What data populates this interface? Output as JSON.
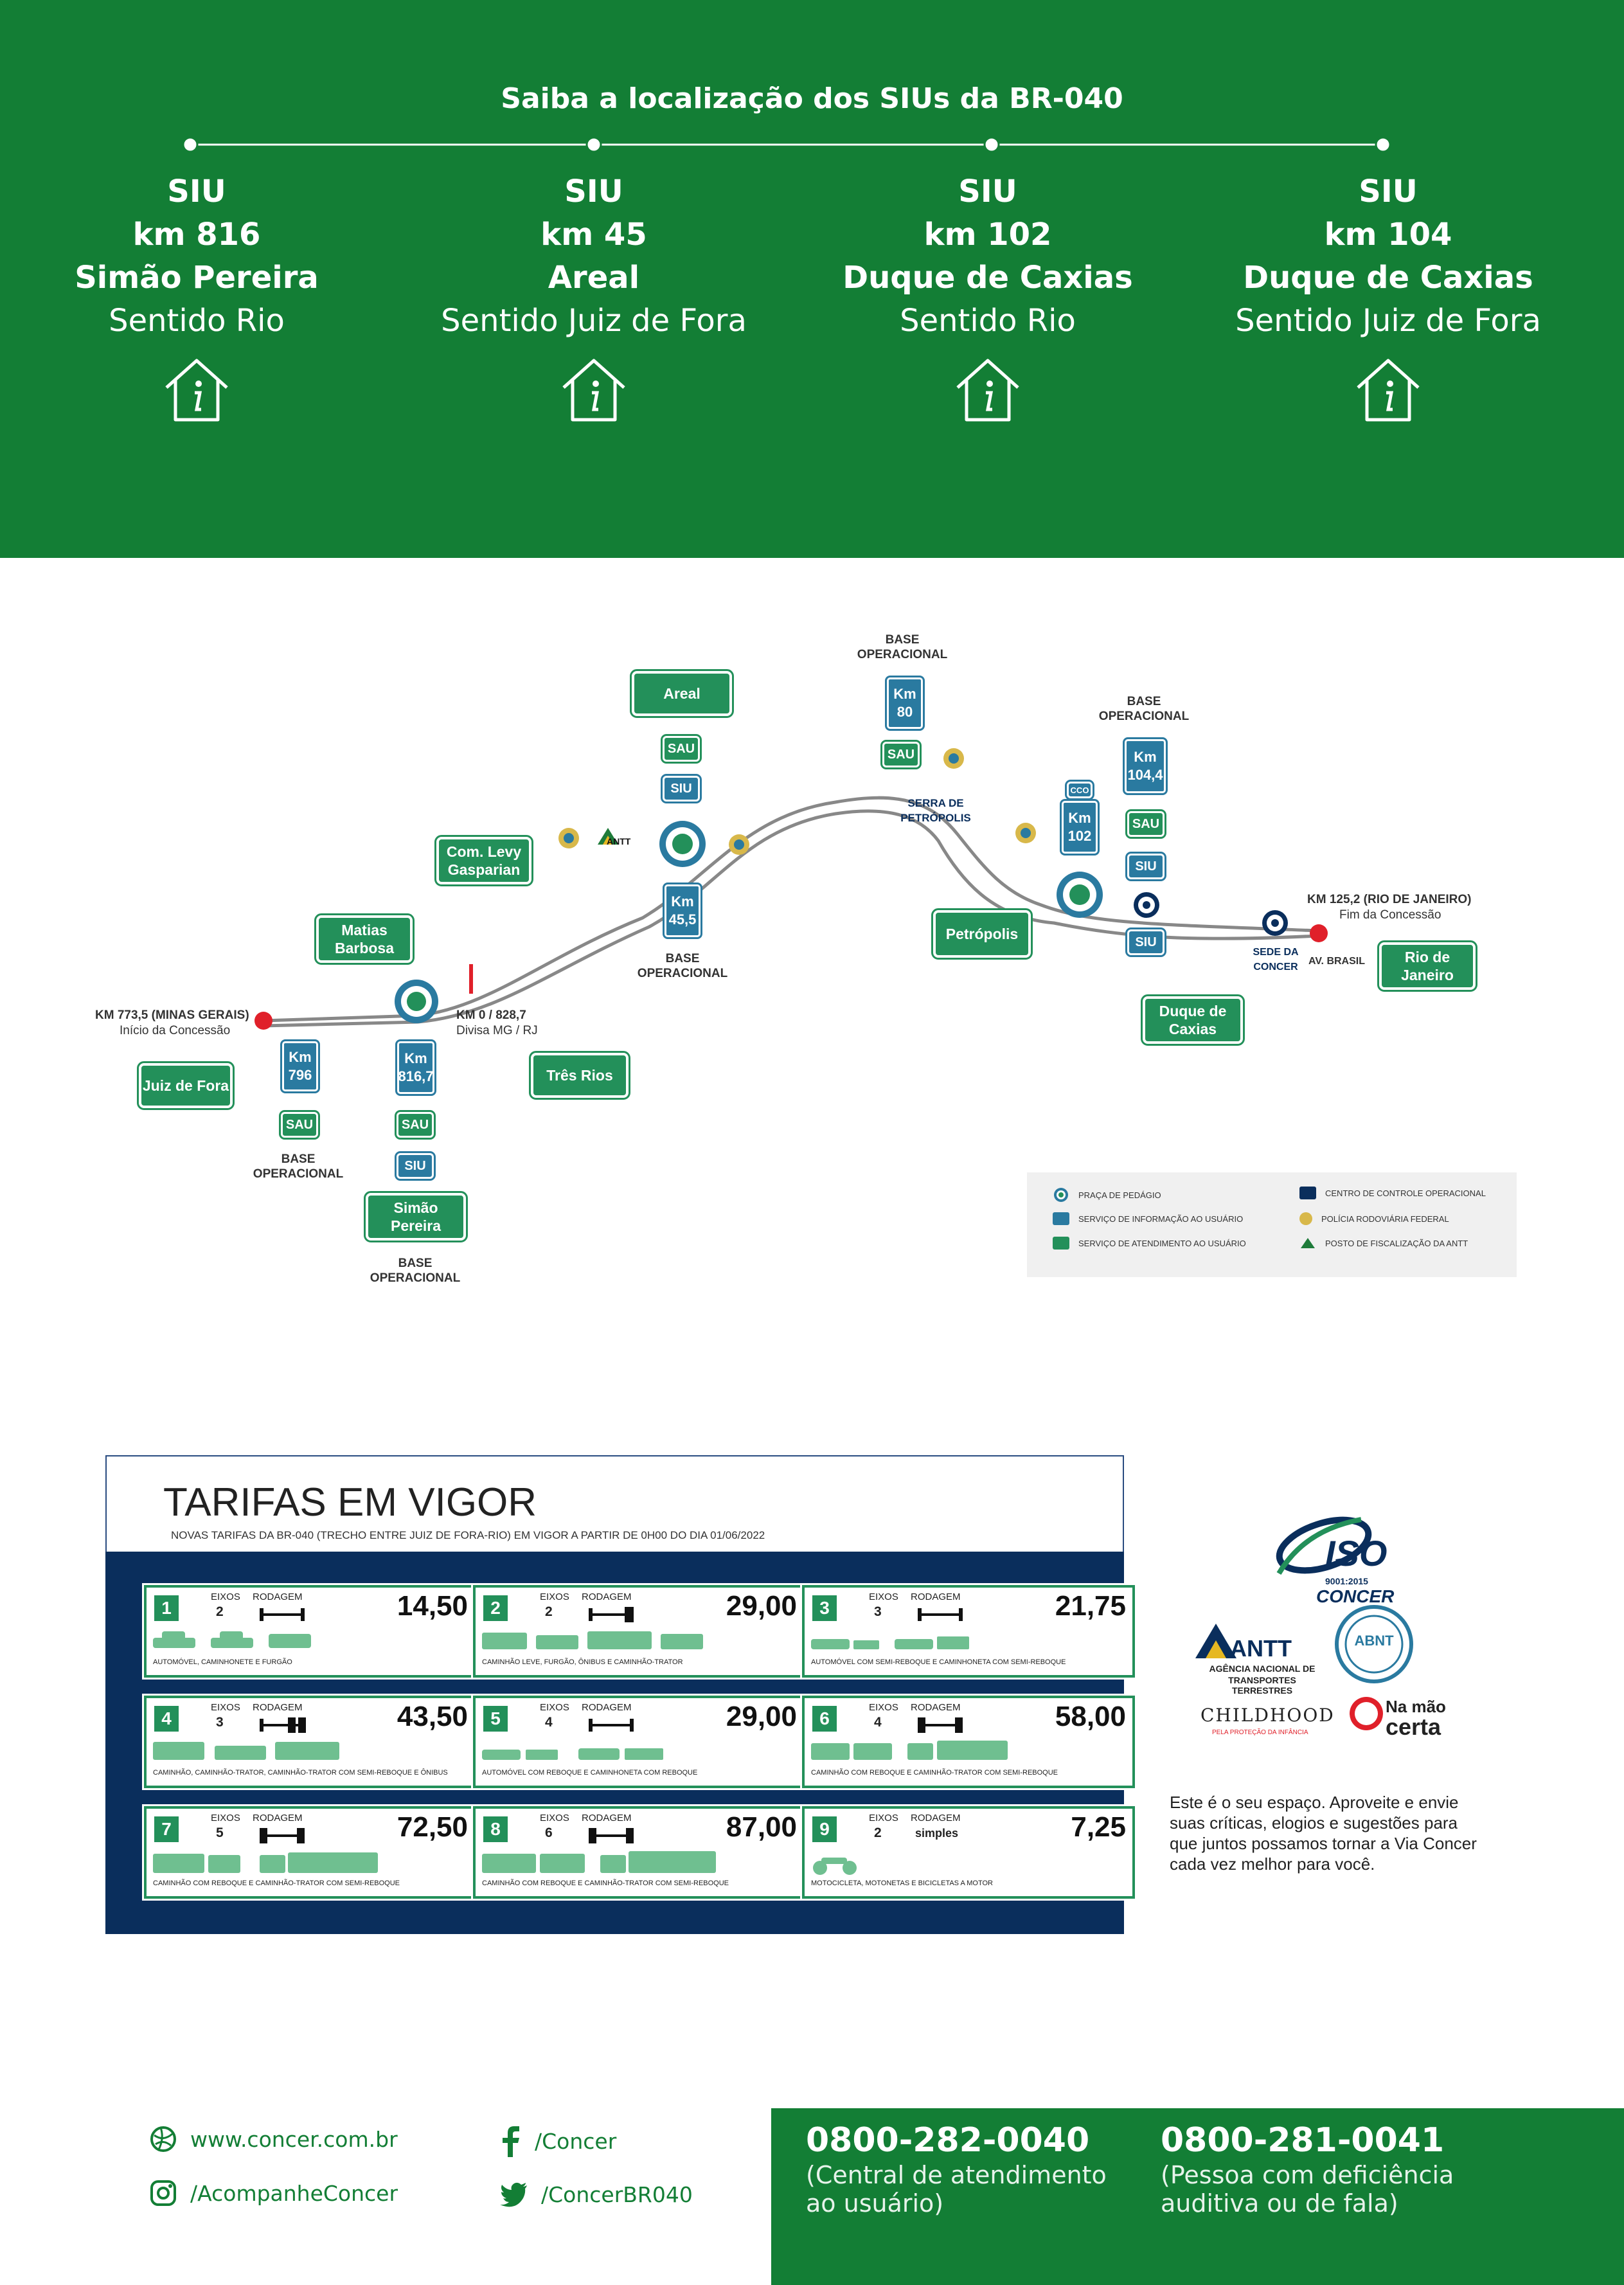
{
  "header": {
    "title": "Saiba a localização dos SIUs da BR-040"
  },
  "sius": [
    {
      "line1": "SIU",
      "line2": "km 816",
      "line3": "Simão Pereira",
      "line4": "Sentido Rio"
    },
    {
      "line1": "SIU",
      "line2": "km 45",
      "line3": "Areal",
      "line4": "Sentido Juiz de Fora"
    },
    {
      "line1": "SIU",
      "line2": "km 102",
      "line3": "Duque de Caxias",
      "line4": "Sentido Rio"
    },
    {
      "line1": "SIU",
      "line2": "km 104",
      "line3": "Duque de Caxias",
      "line4": "Sentido Juiz de Fora"
    }
  ],
  "map": {
    "cities": {
      "areal": "Areal",
      "levy": "Com. Levy Gasparian",
      "matias": "Matias Barbosa",
      "juiz": "Juiz de Fora",
      "tres_rios": "Três Rios",
      "simao": "Simão Pereira",
      "petropolis": "Petrópolis",
      "duque": "Duque de Caxias",
      "rio": "Rio de Janeiro"
    },
    "km_signs": {
      "k80": "Km 80",
      "k1044": "Km 104,4",
      "k102": "Km 102",
      "k455": "Km 45,5",
      "k796": "Km 796",
      "k8167": "Km 816,7"
    },
    "badges": {
      "sau": "SAU",
      "siu": "SIU",
      "cco": "CCO"
    },
    "labels": {
      "base_operacional": "BASE OPERACIONAL",
      "serra": "SERRA DE PETRÓPOLIS",
      "km_end": "KM 125,2 (RIO DE JANEIRO)",
      "km_end_sub": "Fim da Concessão",
      "sede": "SEDE DA CONCER",
      "av_brasil": "AV. BRASIL",
      "km_start": "KM 773,5 (MINAS GERAIS)",
      "km_start_sub": "Início da Concessão",
      "km0": "KM 0 / 828,7",
      "divisa": "Divisa MG / RJ",
      "antt": "ANTT"
    },
    "legend": [
      "PRAÇA DE PEDÁGIO",
      "SERVIÇO DE INFORMAÇÃO AO USUÁRIO",
      "SERVIÇO DE ATENDIMENTO AO USUÁRIO",
      "CENTRO DE CONTROLE OPERACIONAL",
      "POLÍCIA RODOVIÁRIA FEDERAL",
      "POSTO DE FISCALIZAÇÃO DA ANTT"
    ]
  },
  "tarifas": {
    "title": "TARIFAS EM VIGOR",
    "subtitle": "NOVAS TARIFAS DA BR-040 (TRECHO ENTRE JUIZ DE FORA-RIO) EM VIGOR A PARTIR DE 0H00 DO  DIA 01/06/2022",
    "eixos_label": "EIXOS",
    "rodagem_label": "RODAGEM",
    "categories": [
      {
        "num": "1",
        "eixos": "2",
        "price": "14,50",
        "desc": "AUTOMÓVEL, CAMINHONETE E FURGÃO"
      },
      {
        "num": "2",
        "eixos": "2",
        "price": "29,00",
        "desc": "CAMINHÃO LEVE, FURGÃO, ÔNIBUS E CAMINHÃO-TRATOR"
      },
      {
        "num": "3",
        "eixos": "3",
        "price": "21,75",
        "desc": "AUTOMÓVEL COM SEMI-REBOQUE E CAMINHONETA COM SEMI-REBOQUE"
      },
      {
        "num": "4",
        "eixos": "3",
        "price": "43,50",
        "desc": "CAMINHÃO, CAMINHÃO-TRATOR, CAMINHÃO-TRATOR COM SEMI-REBOQUE E ÔNIBUS"
      },
      {
        "num": "5",
        "eixos": "4",
        "price": "29,00",
        "desc": "AUTOMÓVEL COM REBOQUE E CAMINHONETA COM REBOQUE"
      },
      {
        "num": "6",
        "eixos": "4",
        "price": "58,00",
        "desc": "CAMINHÃO COM REBOQUE E CAMINHÃO-TRATOR COM SEMI-REBOQUE"
      },
      {
        "num": "7",
        "eixos": "5",
        "price": "72,50",
        "desc": "CAMINHÃO COM REBOQUE E CAMINHÃO-TRATOR COM SEMI-REBOQUE"
      },
      {
        "num": "8",
        "eixos": "6",
        "price": "87,00",
        "desc": "CAMINHÃO COM REBOQUE E CAMINHÃO-TRATOR COM SEMI-REBOQUE"
      },
      {
        "num": "9",
        "eixos": "2",
        "price": "7,25",
        "desc": "MOTOCICLETA, MOTONETAS E BICICLETAS A MOTOR",
        "rodagem": "simples"
      }
    ]
  },
  "logos": {
    "iso": "ISO",
    "iso_sub": "9001:2015",
    "concer": "CONCER",
    "antt": "ANTT",
    "antt_sub1": "AGÊNCIA NACIONAL DE",
    "antt_sub2": "TRANSPORTES TERRESTRES",
    "abnt": "ABNT",
    "childhood": "CHILDHOOD",
    "childhood_sub": "PELA PROTEÇÃO DA INFÂNCIA",
    "namao1": "Na mão",
    "namao2": "certa"
  },
  "message": "Este é o seu espaço. Aproveite e envie suas críticas, elogios e sugestões para que juntos possamos tornar a Via Concer cada vez melhor para você.",
  "footer": {
    "site": "www.concer.com.br",
    "instagram": "/AcompanheConcer",
    "facebook": "/Concer",
    "twitter": "/ConcerBR040",
    "phone1": "0800-282-0040",
    "phone1_desc1": "(Central de atendimento",
    "phone1_desc2": "ao usuário)",
    "phone2": "0800-281-0041",
    "phone2_desc1": "(Pessoa com deficiência",
    "phone2_desc2": "auditiva ou de fala)"
  },
  "colors": {
    "green": "#137e35",
    "sign_green": "#23905a",
    "blue": "#2a7aa0",
    "navy": "#0a2e5c"
  }
}
